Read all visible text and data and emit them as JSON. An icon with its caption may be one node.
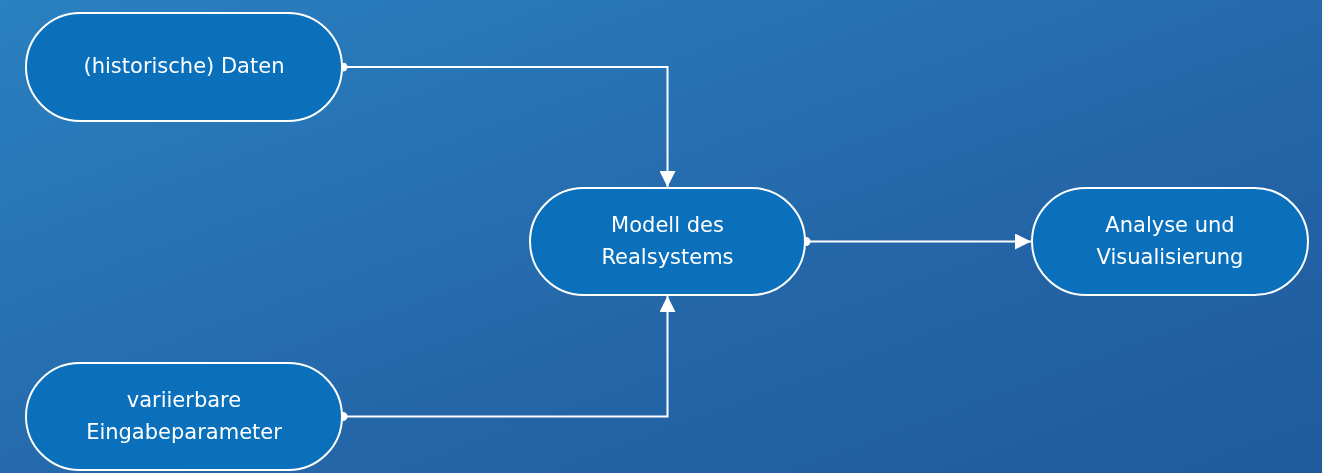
{
  "diagram": {
    "nodes": [
      {
        "text": [
          "(historische) Daten"
        ]
      },
      {
        "text": [
          "variierbare Eingabeparameter"
        ]
      },
      {
        "text": [
          "Modell des Realsystems"
        ]
      },
      {
        "text": [
          "Analyse und Visualisierung"
        ]
      }
    ],
    "edges": [
      {
        "from": 0,
        "to": 2,
        "arrow": "to"
      },
      {
        "from": 1,
        "to": 2,
        "arrow": "to"
      },
      {
        "from": 2,
        "to": 3,
        "arrow": "to"
      }
    ]
  }
}
